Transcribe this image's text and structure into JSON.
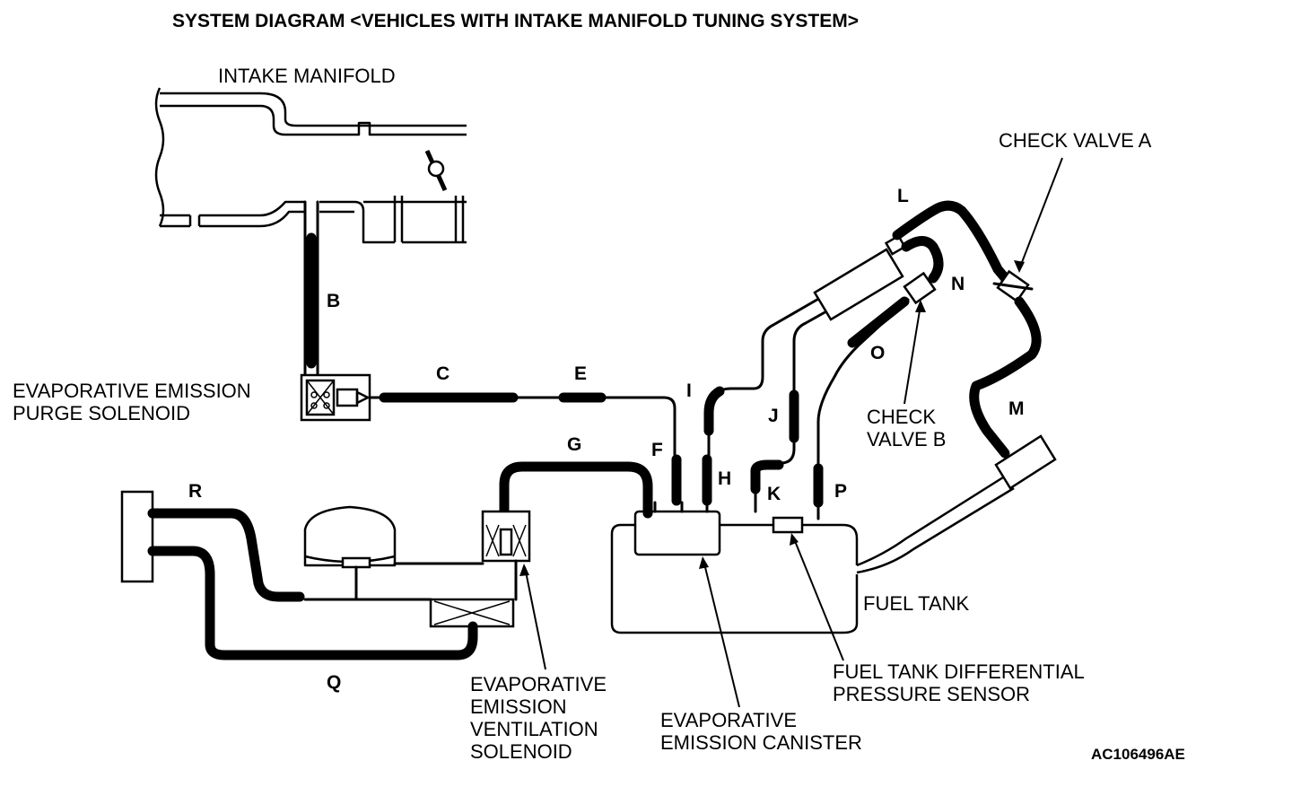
{
  "title": "SYSTEM DIAGRAM <VEHICLES WITH INTAKE MANIFOLD TUNING SYSTEM>",
  "labels": {
    "intake_manifold": "INTAKE MANIFOLD",
    "check_valve_a": "CHECK VALVE A",
    "purge_solenoid_1": "EVAPORATIVE EMISSION",
    "purge_solenoid_2": "PURGE SOLENOID",
    "check_valve_b_1": "CHECK",
    "check_valve_b_2": "VALVE B",
    "fuel_tank": "FUEL TANK",
    "diff_sensor_1": "FUEL TANK DIFFERENTIAL",
    "diff_sensor_2": "PRESSURE SENSOR",
    "canister_1": "EVAPORATIVE",
    "canister_2": "EMISSION CANISTER",
    "vent_solenoid_1": "EVAPORATIVE",
    "vent_solenoid_2": "EMISSION",
    "vent_solenoid_3": "VENTILATION",
    "vent_solenoid_4": "SOLENOID"
  },
  "hoses": {
    "b": "B",
    "c": "C",
    "e": "E",
    "f": "F",
    "g": "G",
    "h": "H",
    "i": "I",
    "j": "J",
    "k": "K",
    "l": "L",
    "m": "M",
    "n": "N",
    "o": "O",
    "p": "P",
    "q": "Q",
    "r": "R"
  },
  "figure_code": "AC106496AE"
}
